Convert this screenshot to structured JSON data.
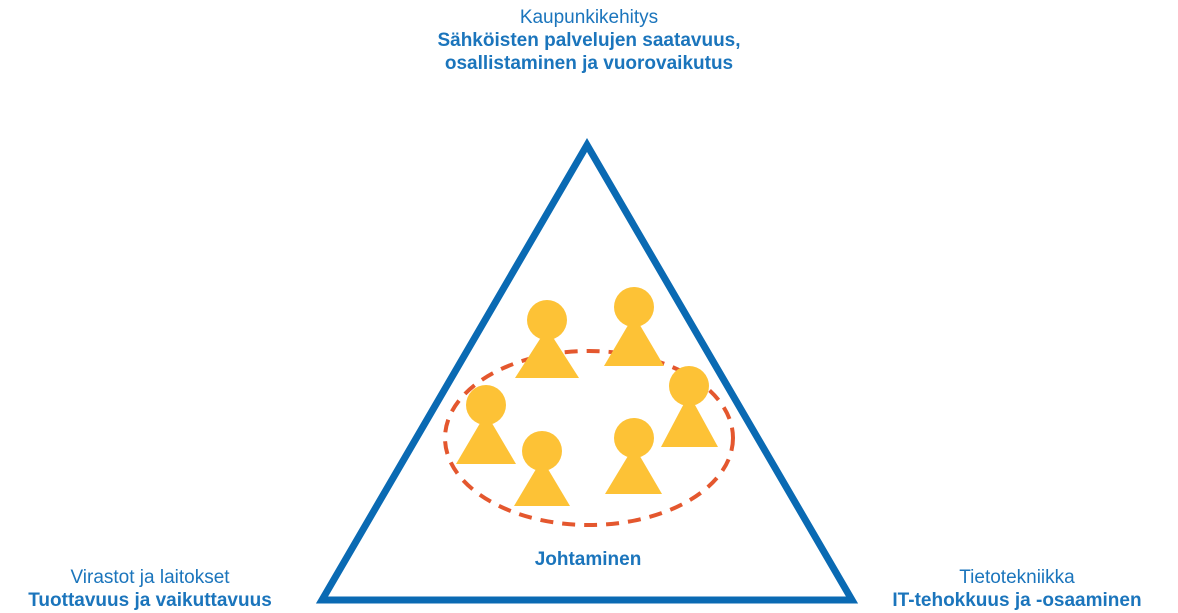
{
  "colors": {
    "primary_blue": "#0a6ab3",
    "text_blue": "#1b75bc",
    "person_yellow": "#fdc236",
    "dashed_orange": "#e4572e",
    "background": "#ffffff"
  },
  "top": {
    "category": "Kaupunkikehitys",
    "title": "Sähköisten palvelujen saatavuus, osallistaminen ja vuorovaikutus"
  },
  "bottom_left": {
    "category": "Virastot ja laitokset",
    "title": "Tuottavuus ja vaikuttavuus"
  },
  "bottom_right": {
    "category": "Tietotekniikka",
    "title": "IT-tehokkuus ja -osaaminen"
  },
  "center": {
    "label": "Johtaminen"
  },
  "icons": {
    "person": "person-icon",
    "group_ellipse": "dashed-ellipse"
  }
}
